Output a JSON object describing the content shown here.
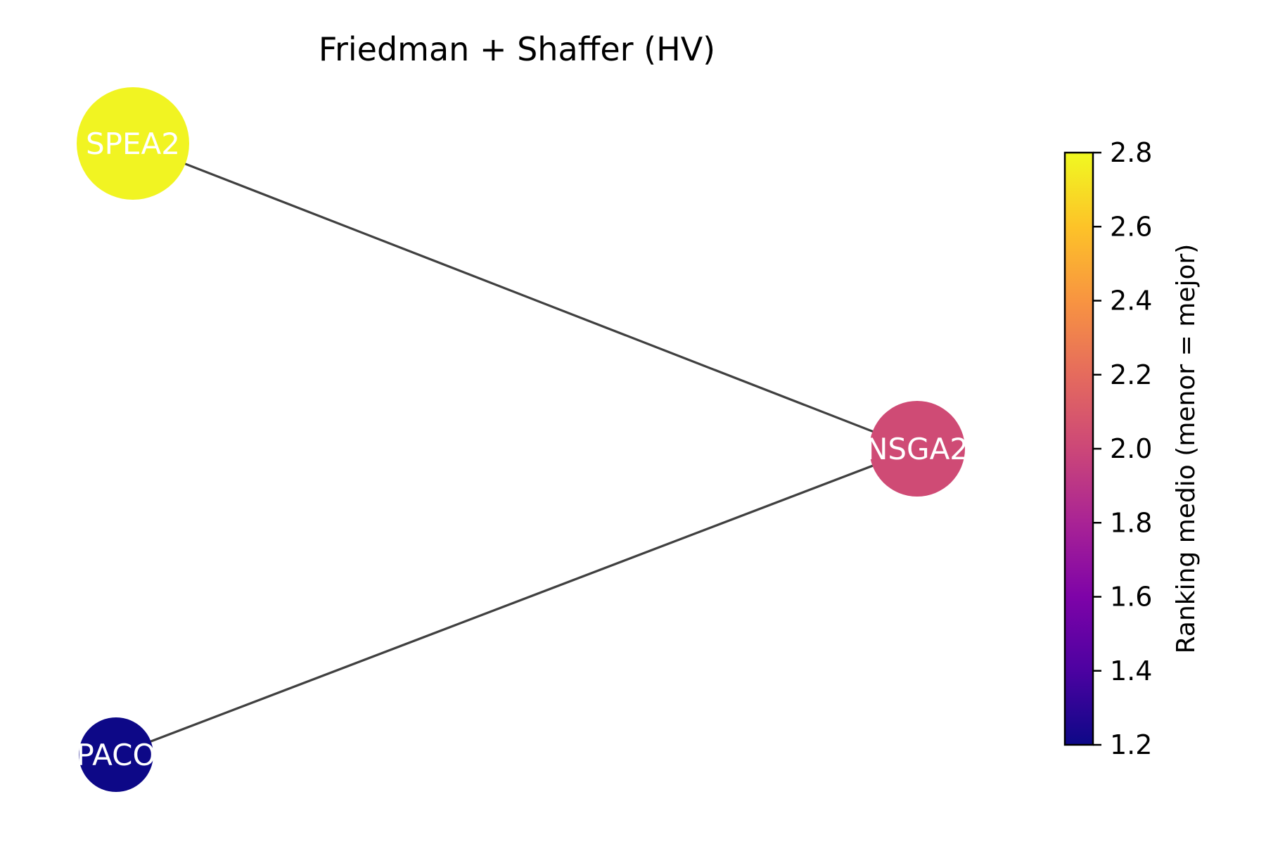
{
  "title": "Friedman + Shaffer (HV)",
  "nodes": [
    {
      "id": "SPEA2",
      "label": "SPEA2",
      "rank": 2.78
    },
    {
      "id": "NSGA2",
      "label": "NSGA2",
      "rank": 2.02
    },
    {
      "id": "PACO",
      "label": "PACO",
      "rank": 1.2
    }
  ],
  "edges": [
    {
      "from": "SPEA2",
      "to": "NSGA2"
    },
    {
      "from": "NSGA2",
      "to": "PACO"
    }
  ],
  "colorbar": {
    "label": "Ranking medio (menor = mejor)",
    "min": 1.2,
    "max": 2.8,
    "colormap": "plasma",
    "ticks": [
      "1.2",
      "1.4",
      "1.6",
      "1.8",
      "2.0",
      "2.2",
      "2.4",
      "2.6",
      "2.8"
    ]
  },
  "colors": {
    "edge": "#404040",
    "node_label": "#ffffff"
  }
}
